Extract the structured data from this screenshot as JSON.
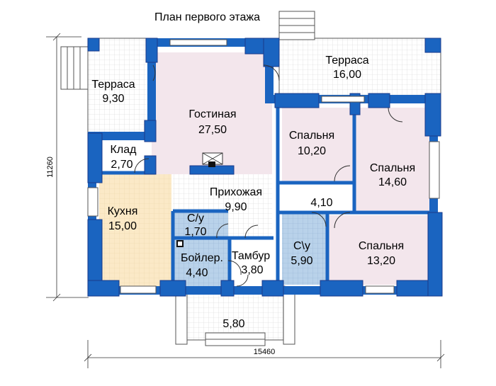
{
  "title": "План первого этажа",
  "dimensions": {
    "width": "15460",
    "height": "11260"
  },
  "colors": {
    "wall": "#1a64c0",
    "wall_outline": "#1a3a8a",
    "kitchen": "#fbe9c7",
    "bedroom": "#f3e6ec",
    "bathroom": "#b9d2ea",
    "floor_white": "#ffffff",
    "grid": "#cfcfcf"
  },
  "rooms": {
    "terrace_left": {
      "name": "Терраса",
      "area": "9,30"
    },
    "terrace_right": {
      "name": "Терраса",
      "area": "16,00"
    },
    "living": {
      "name": "Гостиная",
      "area": "27,50"
    },
    "storage": {
      "name": "Клад",
      "area": "2,70"
    },
    "kitchen": {
      "name": "Кухня",
      "area": "15,00"
    },
    "hall": {
      "name": "Прихожая",
      "area": "9,90"
    },
    "wc": {
      "name": "С/у",
      "area": "1,70"
    },
    "boiler": {
      "name": "Бойлер.",
      "area": "4,40"
    },
    "vestibule": {
      "name": "Тамбур",
      "area": "3,80"
    },
    "bedroom1": {
      "name": "Спальня",
      "area": "10,20"
    },
    "bedroom2": {
      "name": "Спальня",
      "area": "14,60"
    },
    "bedroom3": {
      "name": "Спальня",
      "area": "13,20"
    },
    "corridor": {
      "name": "",
      "area": "4,10"
    },
    "bath": {
      "name": "С\\у",
      "area": "5,90"
    },
    "porch": {
      "name": "",
      "area": "5,80"
    }
  }
}
